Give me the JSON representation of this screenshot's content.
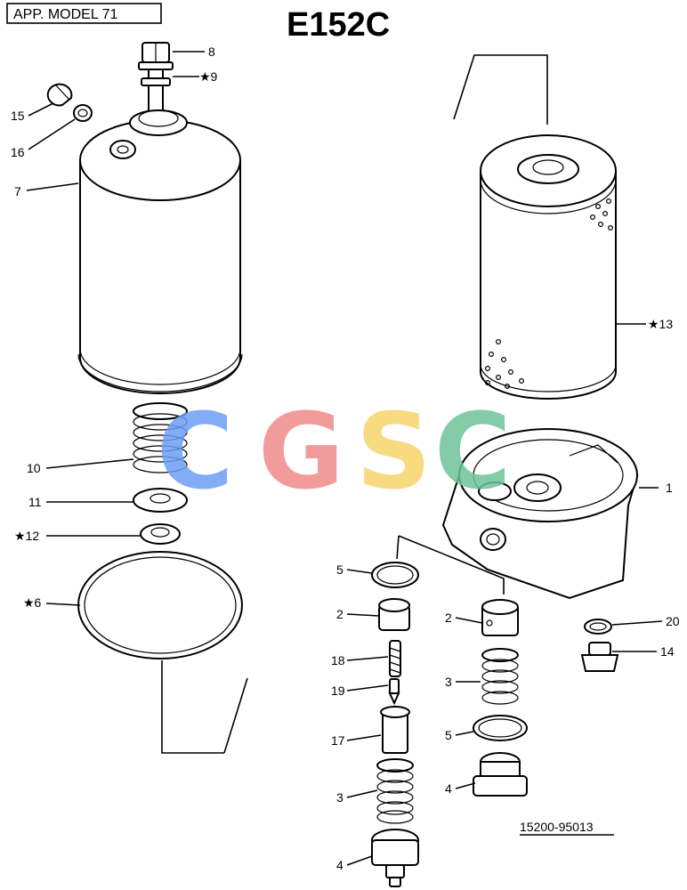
{
  "header": {
    "app_model": "APP. MODEL 71",
    "title": "E152C"
  },
  "part_number": "15200-95013",
  "watermark": {
    "letters": [
      {
        "char": "C",
        "color": "#6d9ef5"
      },
      {
        "char": "G",
        "color": "#f08a8a"
      },
      {
        "char": "S",
        "color": "#f7d46c"
      },
      {
        "char": "C",
        "color": "#6fc39a"
      }
    ]
  },
  "callouts": {
    "c1": "1",
    "c2a": "2",
    "c2b": "2",
    "c3a": "3",
    "c3b": "3",
    "c4a": "4",
    "c4b": "4",
    "c5a": "5",
    "c5b": "5",
    "c6": "★6",
    "c7": "7",
    "c8": "8",
    "c9": "★9",
    "c10": "10",
    "c11": "11",
    "c12": "★12",
    "c13": "★13",
    "c14": "14",
    "c15": "15",
    "c16": "16",
    "c17": "17",
    "c18": "18",
    "c19": "19",
    "c20": "20"
  }
}
